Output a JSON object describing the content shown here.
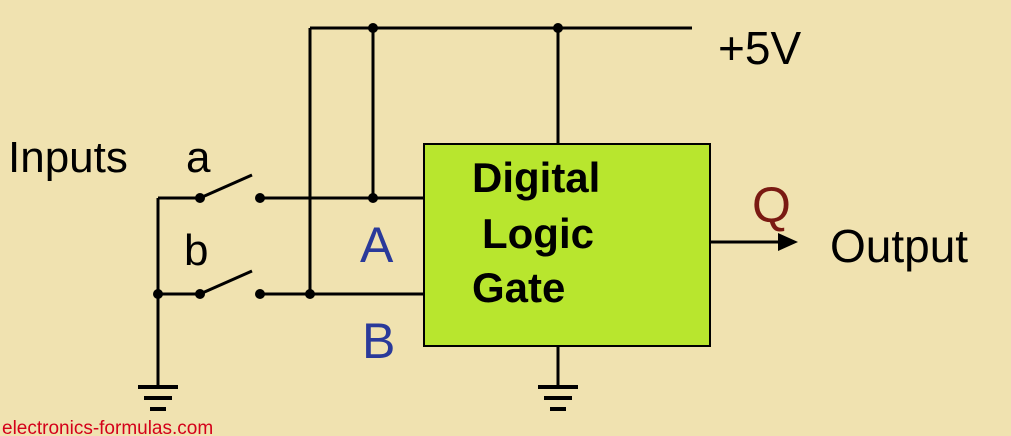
{
  "labels": {
    "supply": "+5V",
    "inputs": "Inputs",
    "input_a": "a",
    "input_b": "b",
    "gate_in_a": "A",
    "gate_in_b": "B",
    "output_q": "Q",
    "output": "Output"
  },
  "gate": {
    "line1": "Digital",
    "line2": "Logic",
    "line3": "Gate"
  },
  "watermark": "electronics-formulas.com",
  "colors": {
    "background": "#f0e2b0",
    "gate_fill": "#b8e62e",
    "wire": "#000000",
    "gate_input_labels": "#2a3a9a",
    "output_q": "#7a1a12",
    "watermark": "#d4001a"
  }
}
